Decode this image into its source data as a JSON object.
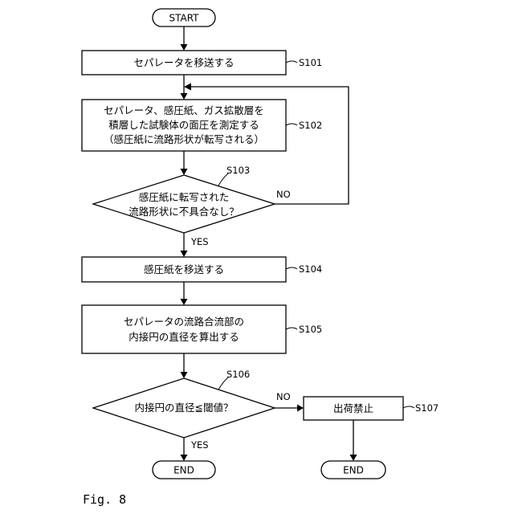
{
  "diagram": {
    "start": "START",
    "s101": {
      "id": "S101",
      "lines": [
        "セパレータを移送する"
      ]
    },
    "s102": {
      "id": "S102",
      "lines": [
        "セパレータ、感圧紙、ガス拡散層を",
        "積層した試験体の面圧を測定する",
        "（感圧紙に流路形状が転写される）"
      ]
    },
    "s103": {
      "id": "S103",
      "lines": [
        "感圧紙に転写された",
        "流路形状に不具合なし？"
      ],
      "no_label": "NO",
      "yes_label": "YES"
    },
    "s104": {
      "id": "S104",
      "lines": [
        "感圧紙を移送する"
      ]
    },
    "s105": {
      "id": "S105",
      "lines": [
        "セパレータの流路合流部の",
        "内接円の直径を算出する"
      ]
    },
    "s106": {
      "id": "S106",
      "lines": [
        "内接円の直径≦閾値？"
      ],
      "no_label": "NO",
      "yes_label": "YES"
    },
    "s107": {
      "id": "S107",
      "lines": [
        "出荷禁止"
      ]
    },
    "end_left": "END",
    "end_right": "END",
    "figure_caption": "Fig. 8"
  }
}
